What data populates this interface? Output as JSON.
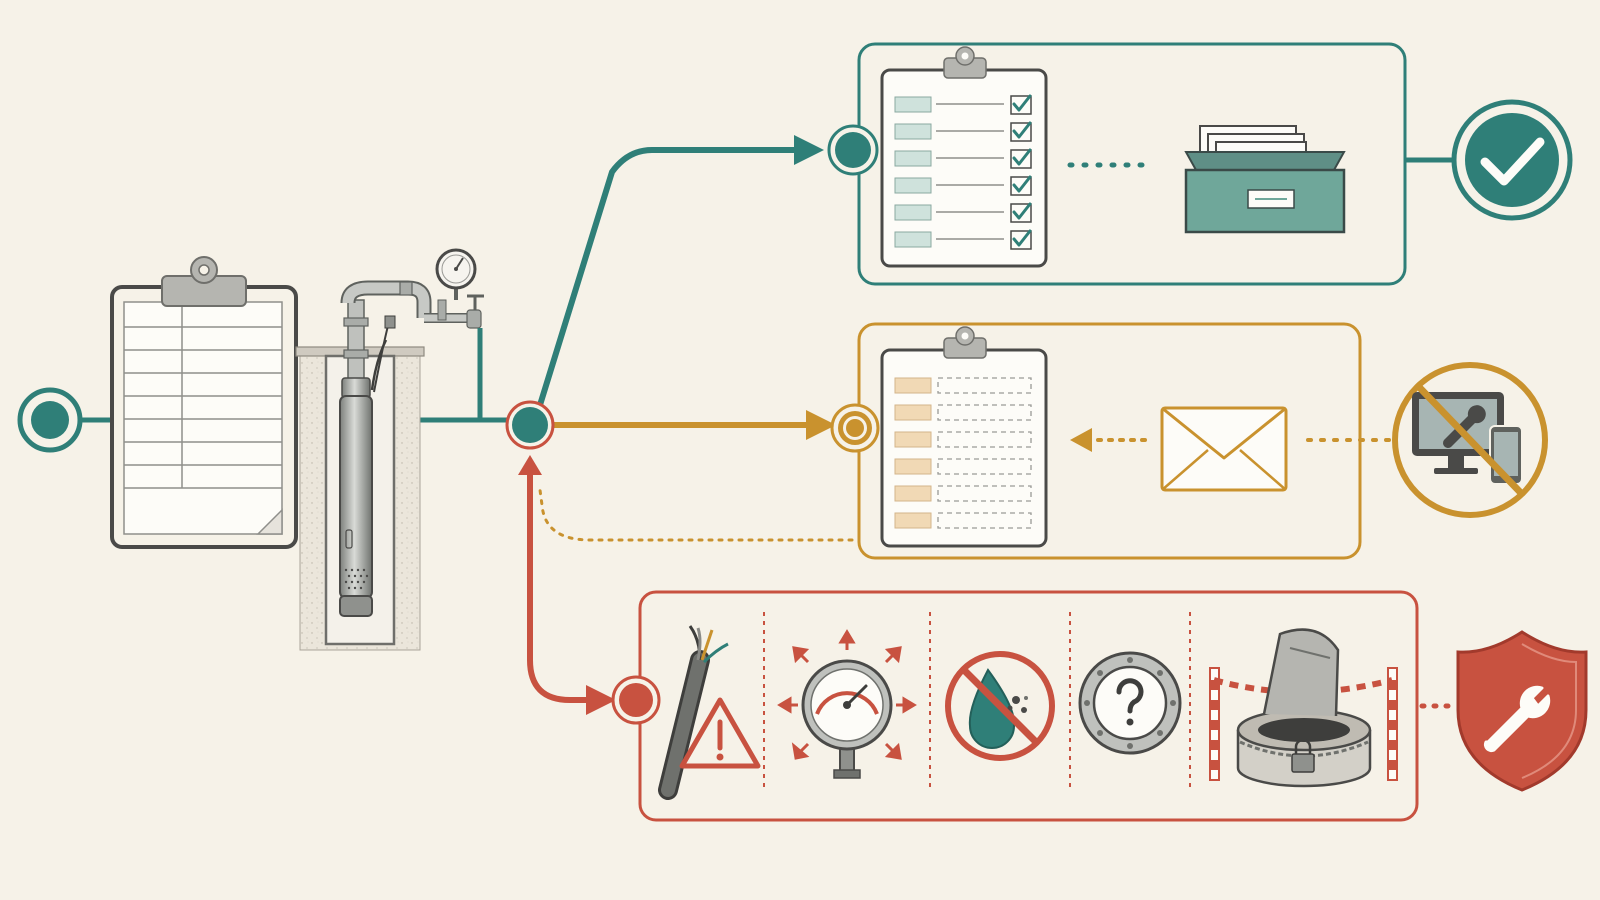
{
  "diagram": {
    "colors": {
      "background": "#f6f2e8",
      "ink": "#4a4a48",
      "teal": "#2f7f78",
      "teal_fill": "#6fa79a",
      "ochre": "#c9922e",
      "ochre_fill": "#f1d9b5",
      "red": "#c85240",
      "steel": "#a9aca8"
    },
    "start": {
      "icon": "start-node-icon"
    },
    "inspection": {
      "icons": [
        "clipboard-icon",
        "well-pump-icon",
        "pressure-gauge-icon"
      ]
    },
    "branches": [
      {
        "id": "approved",
        "color": "teal",
        "icons": [
          "completed-checklist-icon",
          "file-box-icon",
          "checkmark-badge-icon"
        ]
      },
      {
        "id": "pending",
        "color": "ochre",
        "icons": [
          "pending-checklist-icon",
          "envelope-icon",
          "no-remote-service-icon"
        ],
        "loop_back": true
      },
      {
        "id": "hazard",
        "color": "red",
        "icons": [
          "damaged-cable-warning-icon",
          "pressure-burst-icon",
          "no-contaminated-water-icon",
          "unknown-seal-icon",
          "open-well-barrier-icon",
          "shield-wrench-icon"
        ]
      }
    ]
  }
}
